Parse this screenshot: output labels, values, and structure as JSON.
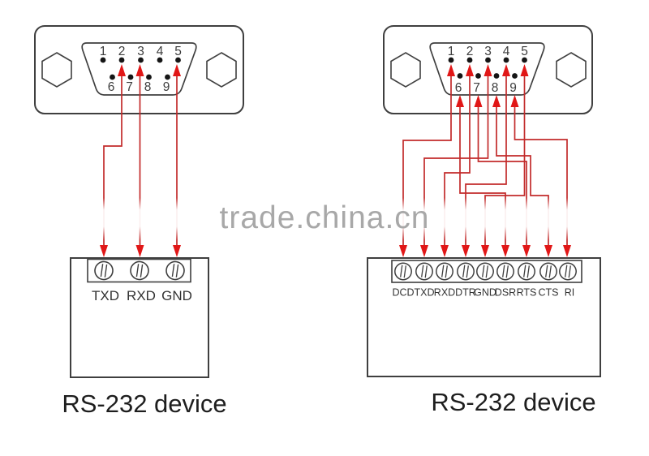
{
  "watermark": {
    "text": "trade.china.cn"
  },
  "colors": {
    "wire": "#c22b2b",
    "arrow": "#e11717",
    "outline": "#3f3f3f",
    "ink": "#3c3c3c",
    "watermark": "#a8a8a8"
  },
  "left_diagram": {
    "connector": {
      "pins_top": [
        "1",
        "2",
        "3",
        "4",
        "5"
      ],
      "pins_bottom": [
        "6",
        "7",
        "8",
        "9"
      ]
    },
    "terminals": [
      "TXD",
      "RXD",
      "GND"
    ],
    "device_label": "RS-232 device",
    "connections": [
      {
        "pin": "2",
        "terminal": "TXD"
      },
      {
        "pin": "3",
        "terminal": "RXD"
      },
      {
        "pin": "5",
        "terminal": "GND"
      }
    ]
  },
  "right_diagram": {
    "connector": {
      "pins_top": [
        "1",
        "2",
        "3",
        "4",
        "5"
      ],
      "pins_bottom": [
        "6",
        "7",
        "8",
        "9"
      ]
    },
    "terminals": [
      "DCD",
      "TXD",
      "RXD",
      "DTR",
      "GND",
      "DSR",
      "RTS",
      "CTS",
      "RI"
    ],
    "device_label": "RS-232 device",
    "connections": [
      {
        "pin": "1",
        "terminal": "DCD"
      },
      {
        "pin": "3",
        "terminal": "TXD"
      },
      {
        "pin": "2",
        "terminal": "RXD"
      },
      {
        "pin": "4",
        "terminal": "DTR"
      },
      {
        "pin": "5",
        "terminal": "GND"
      },
      {
        "pin": "6",
        "terminal": "DSR"
      },
      {
        "pin": "7",
        "terminal": "RTS"
      },
      {
        "pin": "8",
        "terminal": "CTS"
      },
      {
        "pin": "9",
        "terminal": "RI"
      }
    ]
  }
}
